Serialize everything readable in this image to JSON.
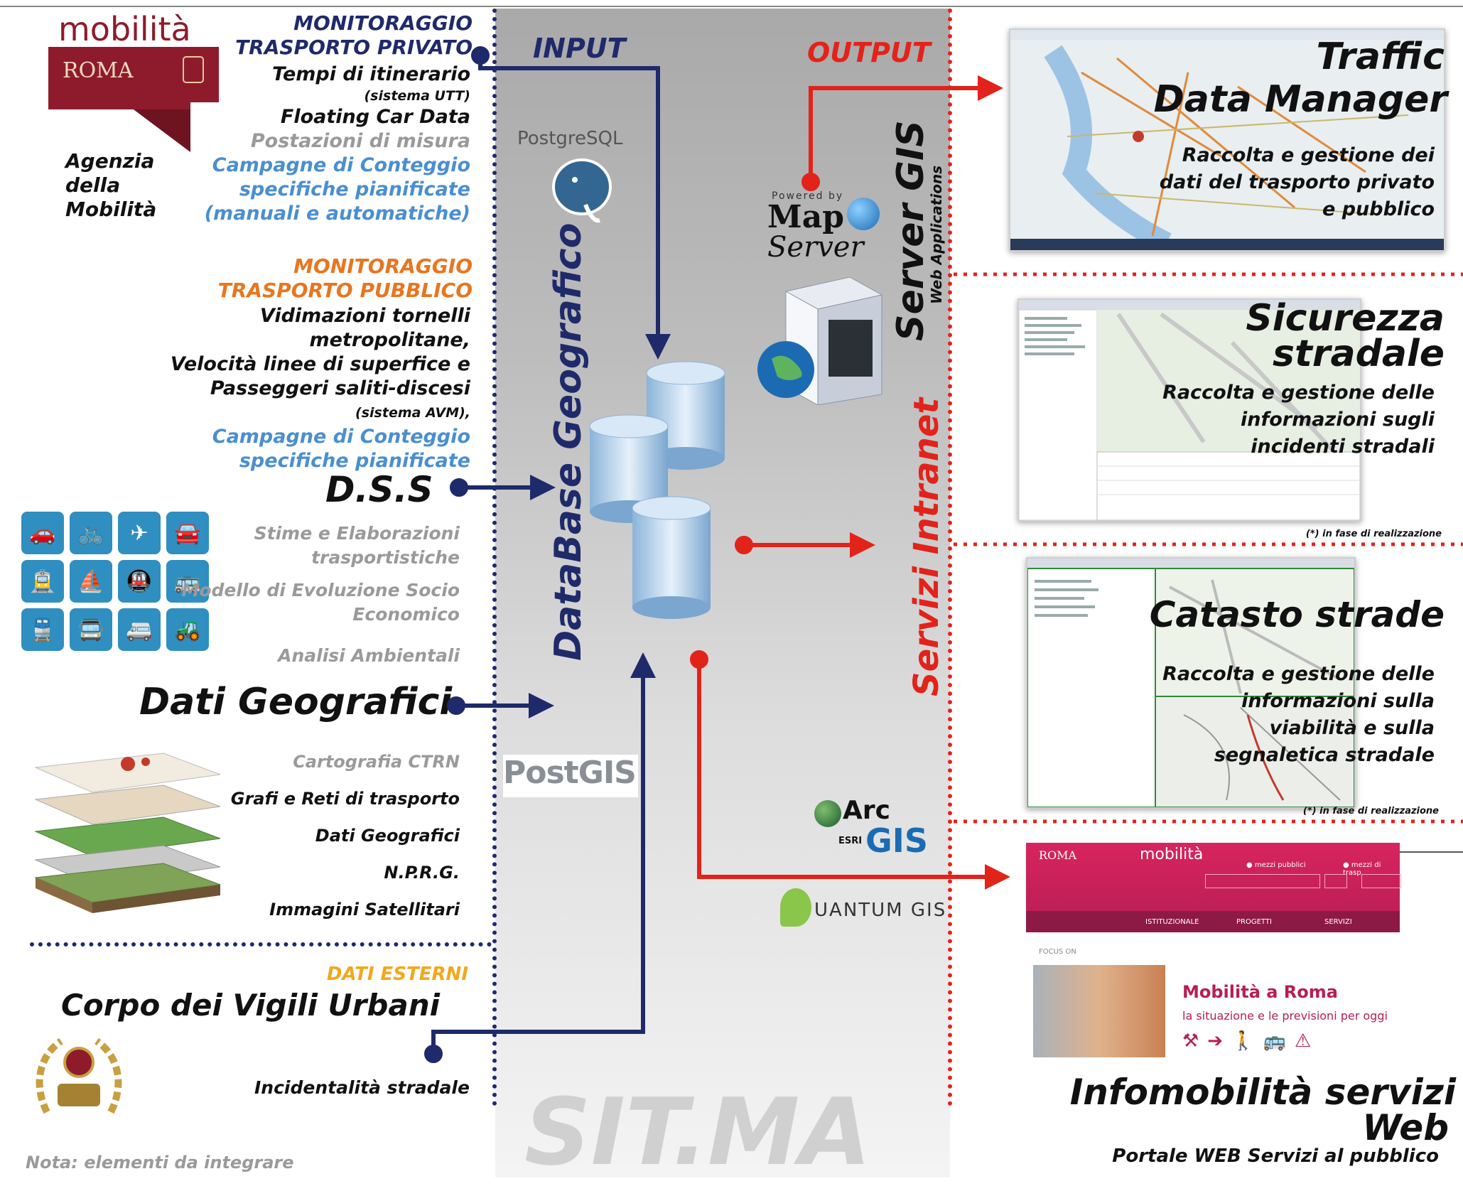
{
  "logo": {
    "top": "mobilità",
    "bottom": "ROMA"
  },
  "agency": [
    "Agenzia",
    "della",
    "Mobilità"
  ],
  "private": {
    "title1": "MONITORAGGIO",
    "title2": "TRASPORTO PRIVATO",
    "items": [
      "Tempi di itinerario",
      "(sistema UTT)",
      "Floating Car Data",
      "Postazioni di misura",
      "Campagne di Conteggio",
      "specifiche pianificate",
      "(manuali e automatiche)"
    ]
  },
  "public": {
    "title1": "MONITORAGGIO",
    "title2": "TRASPORTO PUBBLICO",
    "items": [
      "Vidimazioni tornelli",
      "metropolitane,",
      "Velocità linee di superfice e",
      "Passeggeri saliti-discesi",
      "(sistema AVM),",
      "Campagne di Conteggio",
      "specifiche pianificate"
    ]
  },
  "dss": {
    "title": "D.S.S",
    "items": [
      "Stime e Elaborazioni",
      "trasportistiche",
      "Modello di  Evoluzione Socio",
      "Economico",
      "Analisi  Ambientali"
    ]
  },
  "geo": {
    "title": "Dati Geografici",
    "items": [
      "Cartografia CTRN",
      "Grafi e Reti di trasporto",
      "Dati Geografici",
      "N.P.R.G.",
      "Immagini Satellitari"
    ]
  },
  "external": {
    "label": "DATI ESTERNI",
    "title": "Corpo dei Vigili Urbani",
    "item": "Incidentalità stradale"
  },
  "note": "Nota: elementi  da integrare",
  "center": {
    "input": "INPUT",
    "output": "OUTPUT",
    "db_label": "DataBase Geografico",
    "server_title": "Server GIS",
    "server_sub": "Web Applications",
    "intranet": "Servizi Intranet",
    "postgres": "PostgreSQL",
    "mapserver_powered": "Powered by",
    "mapserver_1": "Map",
    "mapserver_2": "Server",
    "postgis": "PostGIS",
    "arc": "Arc",
    "esri": "ESRI",
    "gis": "GIS",
    "qgis": "UANTUM GIS",
    "sitma": "SIT.MA"
  },
  "right": {
    "tdm": {
      "title1": "Traffic",
      "title2": "Data Manager",
      "desc": [
        "Raccolta e gestione dei",
        "dati del trasporto privato",
        "e pubblico"
      ]
    },
    "safety": {
      "title1": "Sicurezza",
      "title2": "stradale",
      "desc": [
        "Raccolta e gestione delle",
        "informazioni  sugli",
        "incidenti stradali"
      ],
      "note": "(*) in fase di realizzazione"
    },
    "catasto": {
      "title": "Catasto strade",
      "desc": [
        "Raccolta e gestione delle",
        "informazioni  sulla",
        "viabilità e sulla",
        "segnaletica stradale"
      ],
      "note": "(*) in fase di realizzazione"
    },
    "portal": {
      "roma": "ROMA",
      "mobilita": "mobilità",
      "radio1": "mezzi pubblici",
      "radio2": "mezzi di trasp",
      "nav": [
        "ISTITUZIONALE",
        "PROGETTI",
        "SERVIZI"
      ],
      "focus": "FOCUS ON",
      "headline": "Mobilità a Roma",
      "sub": "la situazione e le previsioni per oggi"
    },
    "info": {
      "title1": "Infomobilità servizi",
      "title2": "Web",
      "desc": "Portale WEB Servizi al pubblico"
    }
  },
  "colors": {
    "navy": "#1f2a6b",
    "red": "#e2231a",
    "orange": "#e8761f",
    "lightblue": "#4a8fd0",
    "maroon": "#8e1b2b"
  }
}
